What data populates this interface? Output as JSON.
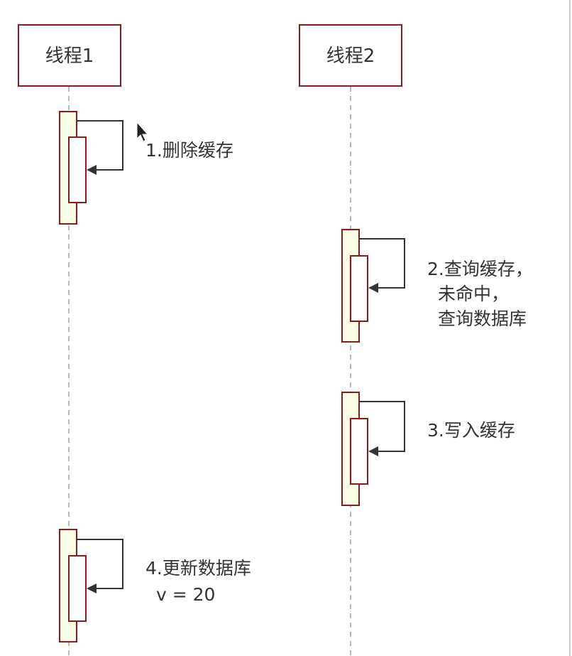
{
  "actors": [
    {
      "label": "线程1"
    },
    {
      "label": "线程2"
    }
  ],
  "messages": [
    {
      "actor": 0,
      "lines": [
        "1.删除缓存"
      ]
    },
    {
      "actor": 1,
      "lines": [
        "2.查询缓存，",
        "未命中，",
        "查询数据库"
      ]
    },
    {
      "actor": 1,
      "lines": [
        "3.写入缓存"
      ]
    },
    {
      "actor": 0,
      "lines": [
        "4.更新数据库",
        "v = 20"
      ]
    }
  ],
  "colors": {
    "box_border": "#8b1a1a",
    "activation_fill": "#fdfde6",
    "text": "#333333",
    "lifeline": "#b8b8b8"
  },
  "icons": {
    "cursor": "mouse-pointer-icon"
  }
}
